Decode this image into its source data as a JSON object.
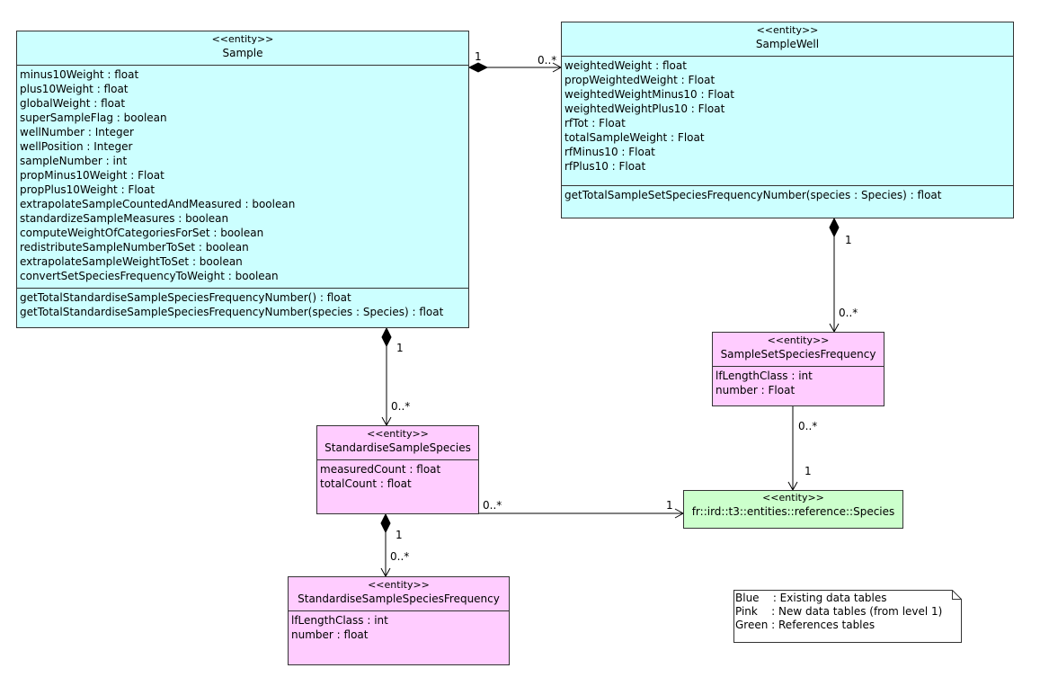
{
  "colors": {
    "blue": "#ccffff",
    "pink": "#ffccff",
    "green": "#ccffcc"
  },
  "classes": {
    "sample": {
      "stereotype": "<<entity>>",
      "name": "Sample",
      "attributes": [
        "minus10Weight : float",
        "plus10Weight : float",
        "globalWeight : float",
        "superSampleFlag : boolean",
        "wellNumber : Integer",
        "wellPosition : Integer",
        "sampleNumber : int",
        "propMinus10Weight : Float",
        "propPlus10Weight : Float",
        "extrapolateSampleCountedAndMeasured : boolean",
        "standardizeSampleMeasures : boolean",
        "computeWeightOfCategoriesForSet : boolean",
        "redistributeSampleNumberToSet : boolean",
        "extrapolateSampleWeightToSet : boolean",
        "convertSetSpeciesFrequencyToWeight : boolean"
      ],
      "operations": [
        "getTotalStandardiseSampleSpeciesFrequencyNumber() : float",
        "getTotalStandardiseSampleSpeciesFrequencyNumber(species : Species) : float"
      ]
    },
    "sample_well": {
      "stereotype": "<<entity>>",
      "name": "SampleWell",
      "attributes": [
        "weightedWeight : float",
        "propWeightedWeight : Float",
        "weightedWeightMinus10 : Float",
        "weightedWeightPlus10 : Float",
        "rfTot : Float",
        "totalSampleWeight : Float",
        "rfMinus10 : Float",
        "rfPlus10 : Float"
      ],
      "operations": [
        "getTotalSampleSetSpeciesFrequencyNumber(species : Species) : float"
      ]
    },
    "sample_set_species_frequency": {
      "stereotype": "<<entity>>",
      "name": "SampleSetSpeciesFrequency",
      "attributes": [
        "lfLengthClass : int",
        "number : Float"
      ]
    },
    "standardise_sample_species": {
      "stereotype": "<<entity>>",
      "name": "StandardiseSampleSpecies",
      "attributes": [
        "measuredCount : float",
        "totalCount : float"
      ]
    },
    "species": {
      "stereotype": "<<entity>>",
      "name": "fr::ird::t3::entities::reference::Species"
    },
    "standardise_sample_species_frequency": {
      "stereotype": "<<entity>>",
      "name": "StandardiseSampleSpeciesFrequency",
      "attributes": [
        "lfLengthClass : int",
        "number : float"
      ]
    }
  },
  "multiplicities": {
    "sample_to_well_source": "1",
    "sample_to_well_target": "0..*",
    "well_to_setfreq_source": "1",
    "well_to_setfreq_target": "0..*",
    "sample_to_std_source": "1",
    "sample_to_std_target": "0..*",
    "setfreq_to_species_source": "0..*",
    "setfreq_to_species_target": "1",
    "std_to_species_source": "0..*",
    "std_to_species_target": "1",
    "std_to_stdfreq_source": "1",
    "std_to_stdfreq_target": "0..*"
  },
  "legend": {
    "lines": [
      "Blue    : Existing data tables",
      "Pink    : New data tables (from level 1)",
      "Green : References tables"
    ]
  }
}
